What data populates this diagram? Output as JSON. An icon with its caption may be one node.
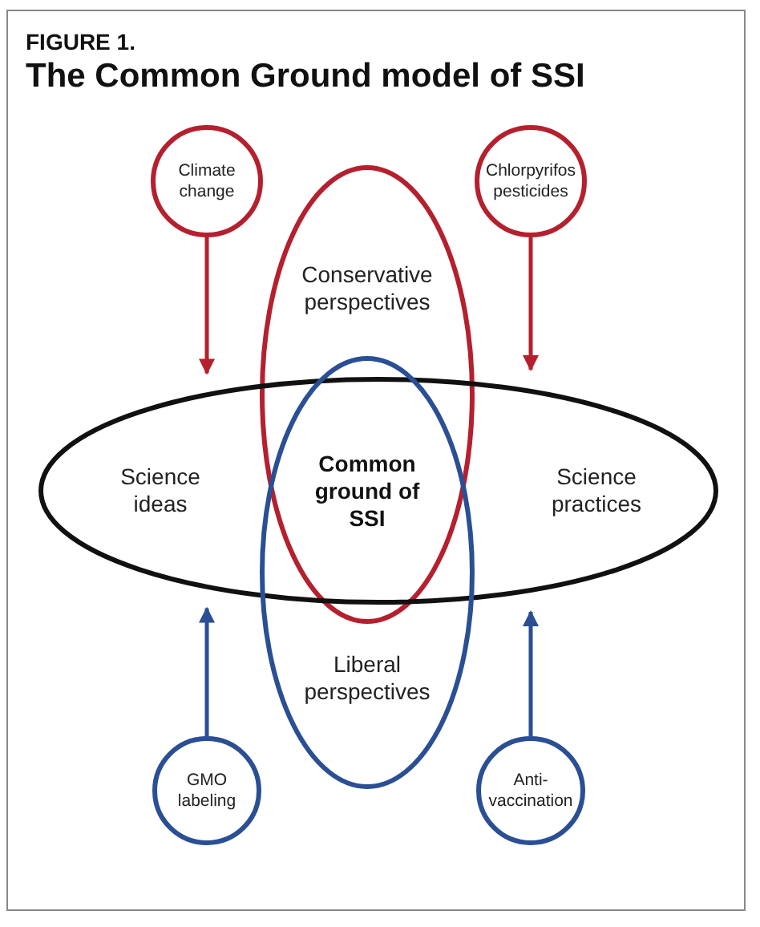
{
  "diagram": {
    "title": "The Common Ground model of SSI",
    "nodes": [
      {
        "text": [
          "Climate change"
        ]
      },
      {
        "text": [
          "Chlorpyrifos pesticides"
        ]
      },
      {
        "text": [
          "Conservative perspectives"
        ]
      },
      {
        "text": [
          "Science ideas",
          "Science practices"
        ]
      },
      {
        "text": [
          "Liberal perspectives"
        ]
      },
      {
        "text": [
          "GMO labeling"
        ]
      },
      {
        "text": [
          "Anti-vaccination"
        ]
      }
    ],
    "edges": [
      {
        "from": 0,
        "to": 3,
        "arrow": "to",
        "color": "#b5202e"
      },
      {
        "from": 1,
        "to": 3,
        "arrow": "to",
        "color": "#b5202e"
      },
      {
        "from": 5,
        "to": 3,
        "arrow": "to",
        "color": "#2a4f95"
      },
      {
        "from": 6,
        "to": 3,
        "arrow": "to",
        "color": "#2a4f95"
      }
    ],
    "labels": [
      "FIGURE 1.",
      "Common ground of SSI"
    ]
  }
}
